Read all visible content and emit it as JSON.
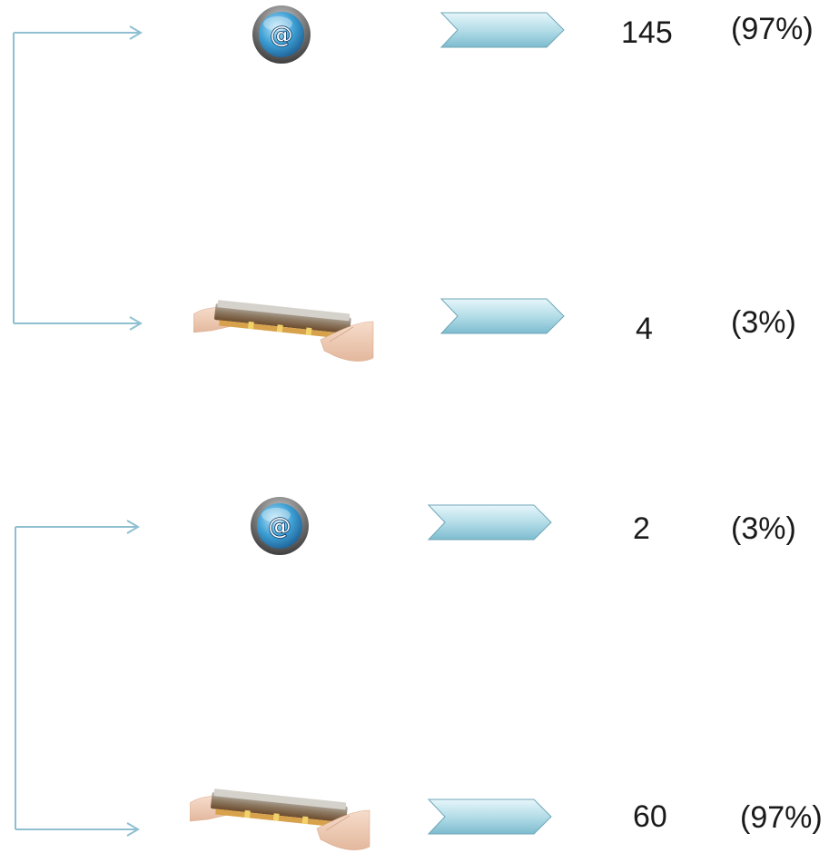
{
  "groups": [
    {
      "rows": [
        {
          "channel_icon": "email-at-icon",
          "count": "145",
          "percent": "(97%)"
        },
        {
          "channel_icon": "hand-over-document-icon",
          "count": "4",
          "percent": "(3%)"
        }
      ]
    },
    {
      "rows": [
        {
          "channel_icon": "email-at-icon",
          "count": "2",
          "percent": "(3%)"
        },
        {
          "channel_icon": "hand-over-document-icon",
          "count": "60",
          "percent": "(97%)"
        }
      ]
    }
  ],
  "colors": {
    "connector": "#8fc0d1",
    "chevron_fill_light": "#d9f0f6",
    "chevron_fill_dark": "#84c1d3",
    "chevron_stroke": "#6fa6b8",
    "email_ring": "#5a5a5a",
    "email_fill": "#2f8fc4"
  }
}
